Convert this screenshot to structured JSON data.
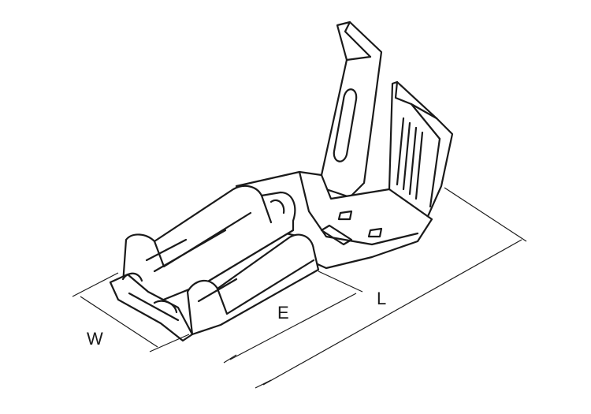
{
  "diagram": {
    "labels": {
      "width": "W",
      "engagement": "E",
      "length": "L"
    }
  }
}
